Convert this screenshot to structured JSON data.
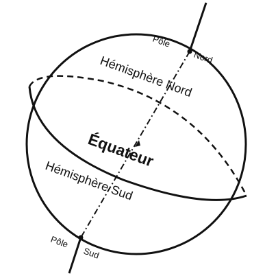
{
  "diagram": {
    "labels": {
      "pole_nord_pole": "Pôle",
      "pole_nord_nord": "Nord",
      "hemisphere_nord": "Hémisphère Nord",
      "equateur": "Équateur",
      "hemisphere_sud": "Hémisphère Sud",
      "pole_sud_pole": "Pôle",
      "pole_sud_sud": "Sud"
    },
    "colors": {
      "ink": "#111111",
      "background": "#ffffff"
    }
  }
}
